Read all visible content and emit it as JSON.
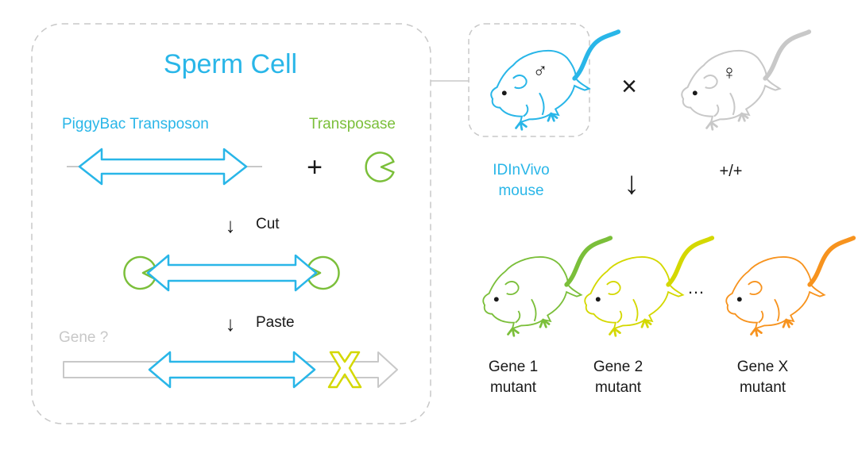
{
  "colors": {
    "blue": "#29b6e8",
    "green": "#7bbf3a",
    "yellow": "#d4d800",
    "orange": "#f7931e",
    "gray": "#c8c8c8",
    "dark": "#1a1a1a"
  },
  "sperm_cell": {
    "title": "Sperm Cell",
    "transposon_label": "PiggyBac Transposon",
    "transposase_label": "Transposase",
    "plus": "+",
    "cut_arrow": "↓",
    "cut_label": "Cut",
    "paste_arrow": "↓",
    "paste_label": "Paste",
    "gene_label": "Gene ?"
  },
  "cross": {
    "male_symbol": "♂",
    "female_symbol": "♀",
    "cross_symbol": "×",
    "down_arrow": "↓",
    "idinvivo_line1": "IDInVivo",
    "idinvivo_line2": "mouse",
    "wildtype_label": "+/+"
  },
  "offspring": {
    "ellipsis": "…",
    "mutants": [
      {
        "line1": "Gene 1",
        "line2": "mutant"
      },
      {
        "line1": "Gene 2",
        "line2": "mutant"
      },
      {
        "line1": "Gene X",
        "line2": "mutant"
      }
    ]
  }
}
